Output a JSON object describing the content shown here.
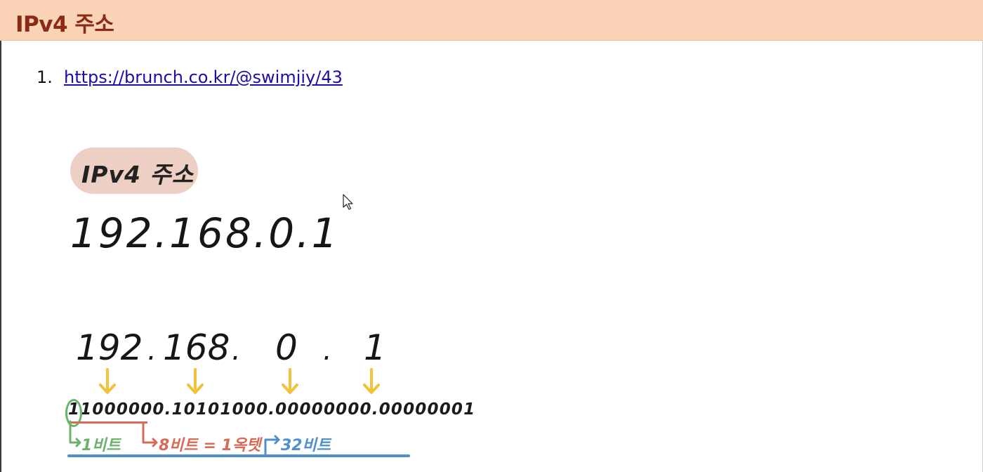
{
  "header": {
    "title": "IPv4 주소"
  },
  "list": {
    "items": [
      {
        "number": "1.",
        "link_text": "https://brunch.co.kr/@swimjiy/43"
      }
    ]
  },
  "figure": {
    "badge": "IPv4 주소",
    "ip_address": "192.168.0.1",
    "octets": [
      "192",
      "168",
      "0",
      "1"
    ],
    "dots": [
      ".",
      ".",
      "."
    ],
    "binary": "11000000.10101000.00000000.00000001",
    "labels": {
      "one_bit": "1비트",
      "octet": "8비트 = 1옥텟",
      "total": "32비트"
    }
  },
  "colors": {
    "header_bg": "#fbd3b6",
    "header_text": "#8a2b16",
    "link": "#1a0dab",
    "badge_bg": "#eecfc4",
    "arrow": "#f2c23a",
    "green": "#6bb36b",
    "red": "#d86a58",
    "blue": "#4f8fcb"
  }
}
